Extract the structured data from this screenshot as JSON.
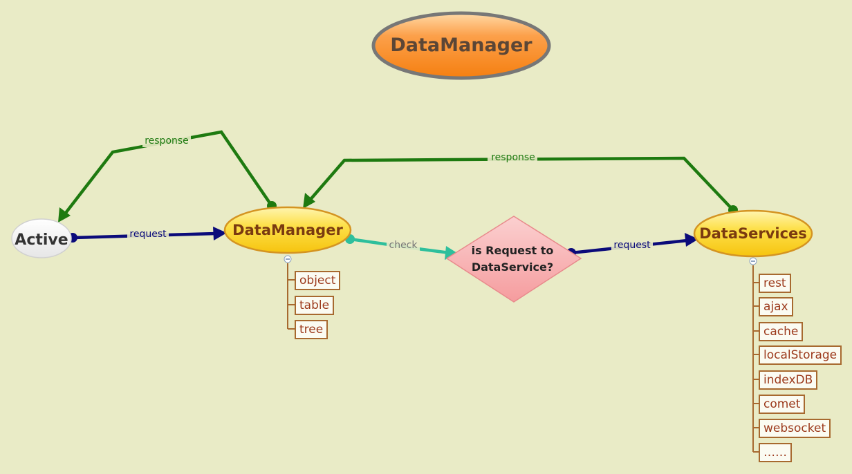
{
  "title": "DataManager",
  "nodes": {
    "active": "Active",
    "datamanager": "DataManager",
    "decision_line1": "is Request to",
    "decision_line2": "DataService?",
    "dataservices": "DataServices"
  },
  "edges": {
    "active_to_datamanager": "request",
    "datamanager_to_active": "response",
    "dataservices_to_datamanager": "response",
    "datamanager_to_decision": "check",
    "decision_to_dataservices": "request"
  },
  "datamanager_children": [
    "object",
    "table",
    "tree"
  ],
  "dataservices_children": [
    "rest",
    "ajax",
    "cache",
    "localStorage",
    "indexDB",
    "comet",
    "websocket",
    "……"
  ],
  "colors": {
    "background": "#e9ebc6",
    "response_edge": "#1e7a10",
    "request_edge": "#0b0b7a",
    "check_edge": "#2ebf9c",
    "title_fill": "#f98a1e",
    "node_fill": "#fbd31b",
    "decision_fill": "#f7b2b4",
    "child_border": "#a7692f",
    "child_text": "#9c3a1c"
  }
}
